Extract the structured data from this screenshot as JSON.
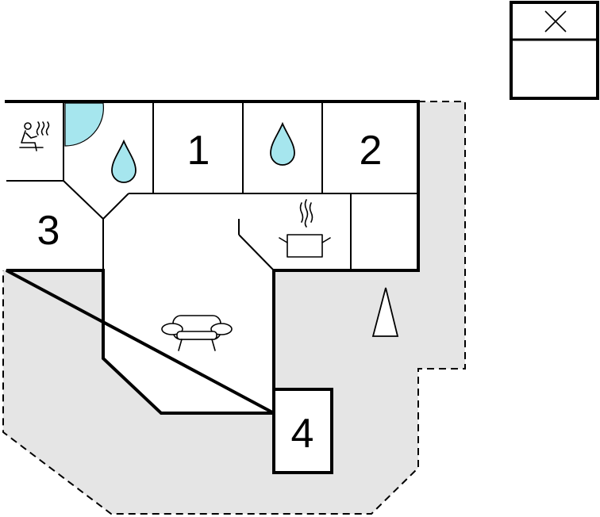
{
  "rooms": {
    "room_1": "1",
    "room_2": "2",
    "room_3": "3",
    "room_4": "4"
  },
  "icons": {
    "sauna": "sauna-icon",
    "bathroom_a": "water-drop-icon",
    "bathroom_b": "water-drop-icon",
    "kitchen": "cooking-pot-icon",
    "living": "sofa-icon",
    "compass": "north-arrow-icon",
    "legend": "legend-box-icon"
  },
  "colors": {
    "wall": "#000000",
    "terrace": "#e5e5e5",
    "water": "#a6e6ee",
    "door_swing": "#a6e6ee"
  }
}
